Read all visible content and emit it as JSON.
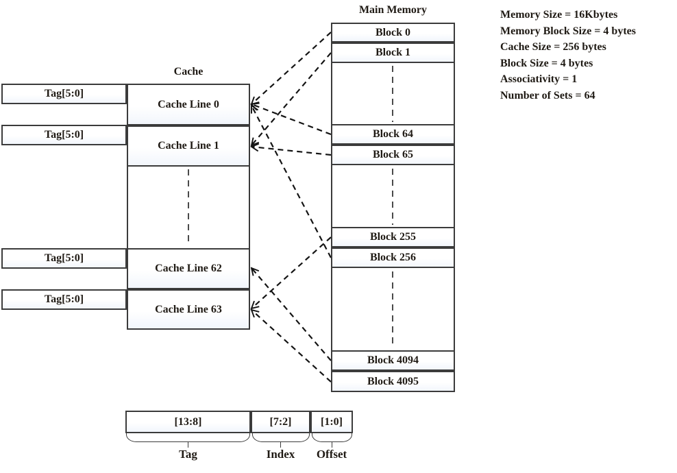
{
  "cache": {
    "title": "Cache",
    "tag_boxes": [
      {
        "label": "Tag[5:0]"
      },
      {
        "label": "Tag[5:0]"
      },
      {
        "label": "Tag[5:0]"
      },
      {
        "label": "Tag[5:0]"
      }
    ],
    "lines": [
      {
        "label": "Cache Line 0"
      },
      {
        "label": "Cache Line 1"
      },
      {
        "label": "Cache Line 62"
      },
      {
        "label": "Cache Line 63"
      }
    ]
  },
  "memory": {
    "title": "Main Memory",
    "blocks": [
      {
        "label": "Block 0"
      },
      {
        "label": "Block 1"
      },
      {
        "label": "Block 64"
      },
      {
        "label": "Block 65"
      },
      {
        "label": "Block 255"
      },
      {
        "label": "Block 256"
      },
      {
        "label": "Block 4094"
      },
      {
        "label": "Block 4095"
      }
    ]
  },
  "parameters": {
    "lines": [
      "Memory Size = 16Kbytes",
      "Memory Block Size = 4 bytes",
      "Cache Size = 256 bytes",
      "Block Size = 4 bytes",
      "Associativity = 1",
      "Number of Sets = 64"
    ]
  },
  "address": {
    "fields": [
      {
        "bits": "[13:8]",
        "label": "Tag"
      },
      {
        "bits": "[7:2]",
        "label": "Index"
      },
      {
        "bits": "[1:0]",
        "label": "Offset"
      }
    ]
  },
  "mappings": [
    {
      "from": "Block 0",
      "to": "Cache Line 0"
    },
    {
      "from": "Block 64",
      "to": "Cache Line 0"
    },
    {
      "from": "Block 256",
      "to": "Cache Line 0"
    },
    {
      "from": "Block 1",
      "to": "Cache Line 1"
    },
    {
      "from": "Block 65",
      "to": "Cache Line 1"
    },
    {
      "from": "Block 255",
      "to": "Cache Line 63"
    },
    {
      "from": "Block 4094",
      "to": "Cache Line 62"
    },
    {
      "from": "Block 4095",
      "to": "Cache Line 63"
    }
  ],
  "colors": {
    "dashed_line": "#141414",
    "border": "#3b3b3b",
    "text": "#1f1a14",
    "background": "#ffffff"
  }
}
